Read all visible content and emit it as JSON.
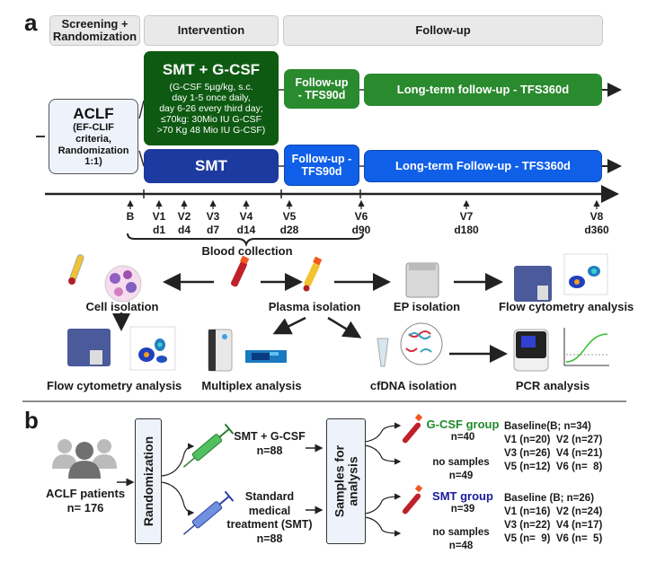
{
  "panel_a": {
    "letter": "a",
    "phases": {
      "screening": "Screening + Randomization",
      "intervention": "Intervention",
      "followup": "Follow-up"
    },
    "aclf_box": {
      "title": "ACLF",
      "lines": [
        "(EF-CLIF",
        "criteria,",
        "Randomization",
        "1:1)"
      ]
    },
    "gcsf_box": {
      "title": "SMT + G-CSF",
      "lines": [
        "(G-CSF 5µg/kg, s.c.",
        "day 1-5 once daily,",
        "day 6-26 every third day;",
        "≤70kg: 30Mio IU G-CSF",
        ">70 Kg 48 Mio IU G-CSF)"
      ]
    },
    "gcsf_followup": [
      "Follow-up",
      "- TFS90d"
    ],
    "gcsf_longterm": "Long-term follow-up - TFS360d",
    "smt_box": "SMT",
    "smt_followup": [
      "Follow-up -",
      "TFS90d"
    ],
    "smt_longterm": "Long-term Follow-up - TFS360d",
    "timepoints": [
      {
        "visit": "B",
        "day": ""
      },
      {
        "visit": "V1",
        "day": "d1"
      },
      {
        "visit": "V2",
        "day": "d4"
      },
      {
        "visit": "V3",
        "day": "d7"
      },
      {
        "visit": "V4",
        "day": "d14"
      },
      {
        "visit": "V5",
        "day": "d28"
      },
      {
        "visit": "V6",
        "day": "d90"
      },
      {
        "visit": "V7",
        "day": "d180"
      },
      {
        "visit": "V8",
        "day": "d360"
      }
    ],
    "blood_collection": "Blood collection",
    "workflow": {
      "cell_isolation": "Cell isolation",
      "plasma_isolation": "Plasma isolation",
      "ep_isolation": "EP isolation",
      "flow_cytometry_right": "Flow cytometry analysis",
      "flow_cytometry_left": "Flow cytometry analysis",
      "multiplex": "Multiplex analysis",
      "cfdna": "cfDNA isolation",
      "pcr": "PCR analysis"
    }
  },
  "panel_b": {
    "letter": "b",
    "patients": {
      "label": "ACLF patients",
      "n": "n= 176"
    },
    "randomization": "Randomization",
    "arm_gcsf": {
      "label": "SMT + G-CSF",
      "n": "n=88"
    },
    "arm_smt": {
      "lines": [
        "Standard",
        "medical",
        "treatment (SMT)"
      ],
      "n": "n=88"
    },
    "samples_box": [
      "Samples for",
      "analysis"
    ],
    "gcsf_group": {
      "label": "G-CSF group",
      "n": "n=40",
      "color": "#1f8a2a",
      "no_samples": "no samples",
      "no_samples_n": "n=49",
      "visits": [
        "Baseline(B; n=34)",
        "V1 (n=20)  V2 (n=27)",
        "V3 (n=26)  V4 (n=21)",
        "V5 (n=12)  V6 (n=  8)"
      ]
    },
    "smt_group": {
      "label": "SMT group",
      "n": "n=39",
      "color": "#1a1a9a",
      "no_samples": "no samples",
      "no_samples_n": "n=48",
      "visits": [
        "Baseline (B; n=26)",
        "V1 (n=16)  V2 (n=24)",
        "V3 (n=22)  V4 (n=17)",
        "V5 (n=  9)  V6 (n=  5)"
      ]
    }
  }
}
